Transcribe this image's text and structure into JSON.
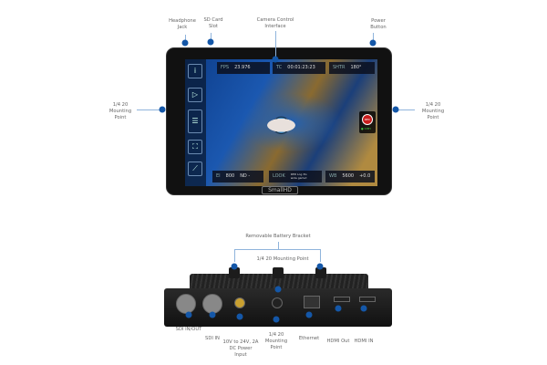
{
  "front_labels": {
    "headphone": "Headphone\nJack",
    "sd": "SD Card\nSlot",
    "camera": "Camera Control\nInterface",
    "power": "Power\nButton",
    "mount_left": "1/4 20\nMounting\nPoint",
    "mount_right": "1/4 20\nMounting\nPoint"
  },
  "screen": {
    "fps_label": "FPS",
    "fps": "23.976",
    "tc_label": "TC",
    "tc": "00:01:23:23",
    "shutter_label": "SHTR",
    "shutter": "180°",
    "iso_label": "EI",
    "iso": "800",
    "nd": "ND -",
    "look_label": "LOOK",
    "look": "RED Log 3G\nwide gamut",
    "wb_label": "WB",
    "wb": "5600",
    "tint": "+0.0",
    "rec": "REC",
    "standby": "● STBY",
    "side_icons": [
      "info-icon",
      "playback-icon",
      "menu-icon",
      "frame-icon",
      "calibrate-icon"
    ]
  },
  "logo": "SmallHD",
  "rear_labels": {
    "battery": "Removable Battery Bracket",
    "mount_top": "1/4 20 Mounting Point",
    "sdi_inout": "SDI IN/OUT",
    "sdi_in": "SDI IN",
    "power": "10V to 24V, 2A\nDC Power\nInput",
    "mount_bottom": "1/4 20\nMounting\nPoint",
    "ethernet": "Ethernet",
    "hdmi_out": "HDMI Out",
    "hdmi_in": "HDMI IN"
  },
  "accent": "#1457a8"
}
